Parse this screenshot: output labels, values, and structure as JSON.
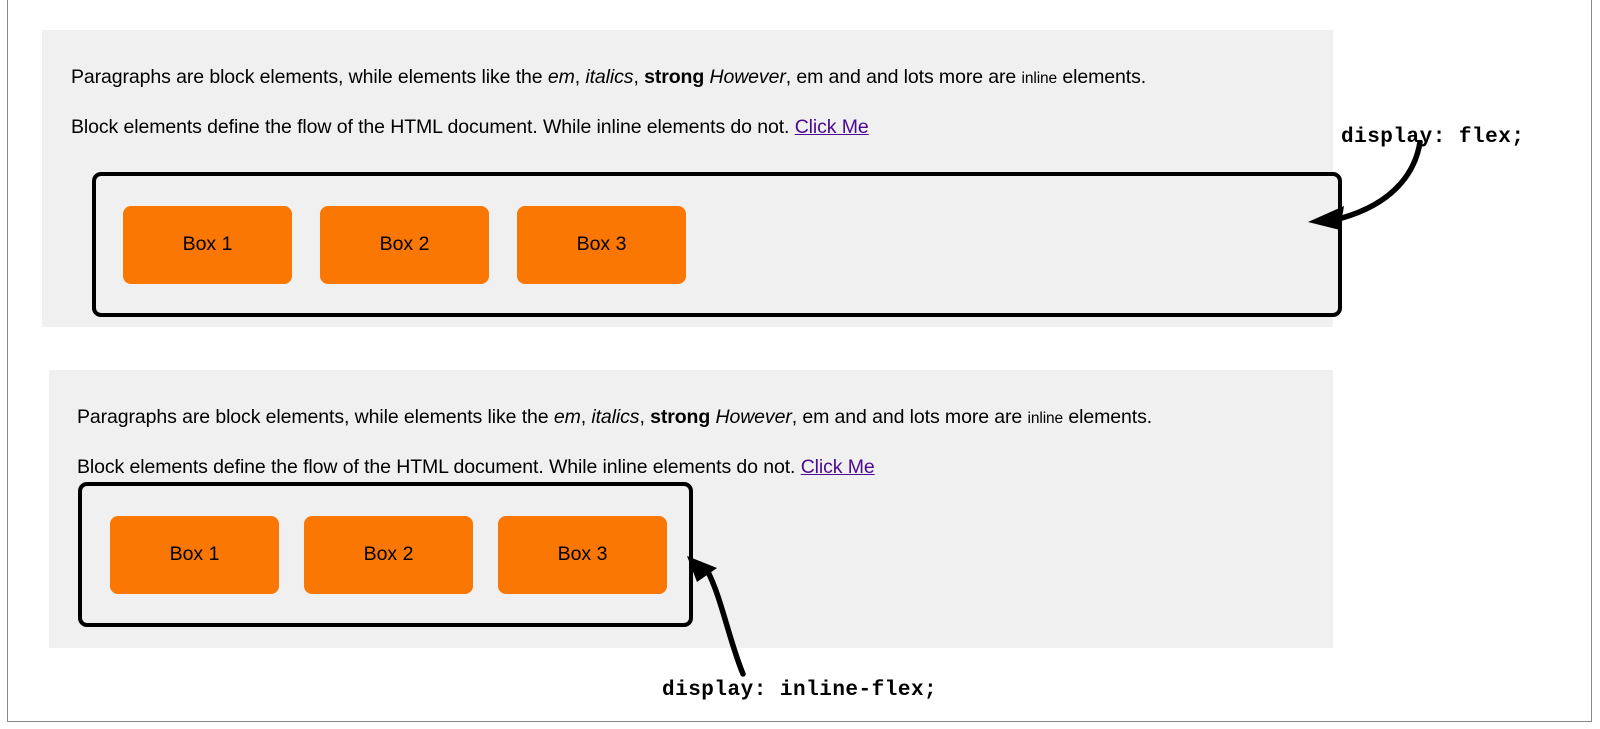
{
  "page": {
    "background": "#ffffff",
    "section_background": "#f0f0f0",
    "box_color": "#fb7703",
    "link_color": "#4b0a8f",
    "border_color": "#000000"
  },
  "paragraph_1": {
    "lead": "Paragraphs are block elements, while elements like the ",
    "em": "em",
    "sep1": ", ",
    "italics": "italics",
    "sep2": ", ",
    "strong": "strong",
    "sep3": " ",
    "however": "However",
    "tail": ", em and and lots more are ",
    "inline": "inline",
    "end": " elements."
  },
  "paragraph_2": {
    "lead": "Block elements define the flow of the HTML document. While inline elements do not. ",
    "link": "Click Me"
  },
  "boxes": [
    {
      "label": "Box 1"
    },
    {
      "label": "Box 2"
    },
    {
      "label": "Box 3"
    }
  ],
  "annotations": {
    "flex": "display: flex;",
    "inline_flex": "display: inline-flex;"
  }
}
